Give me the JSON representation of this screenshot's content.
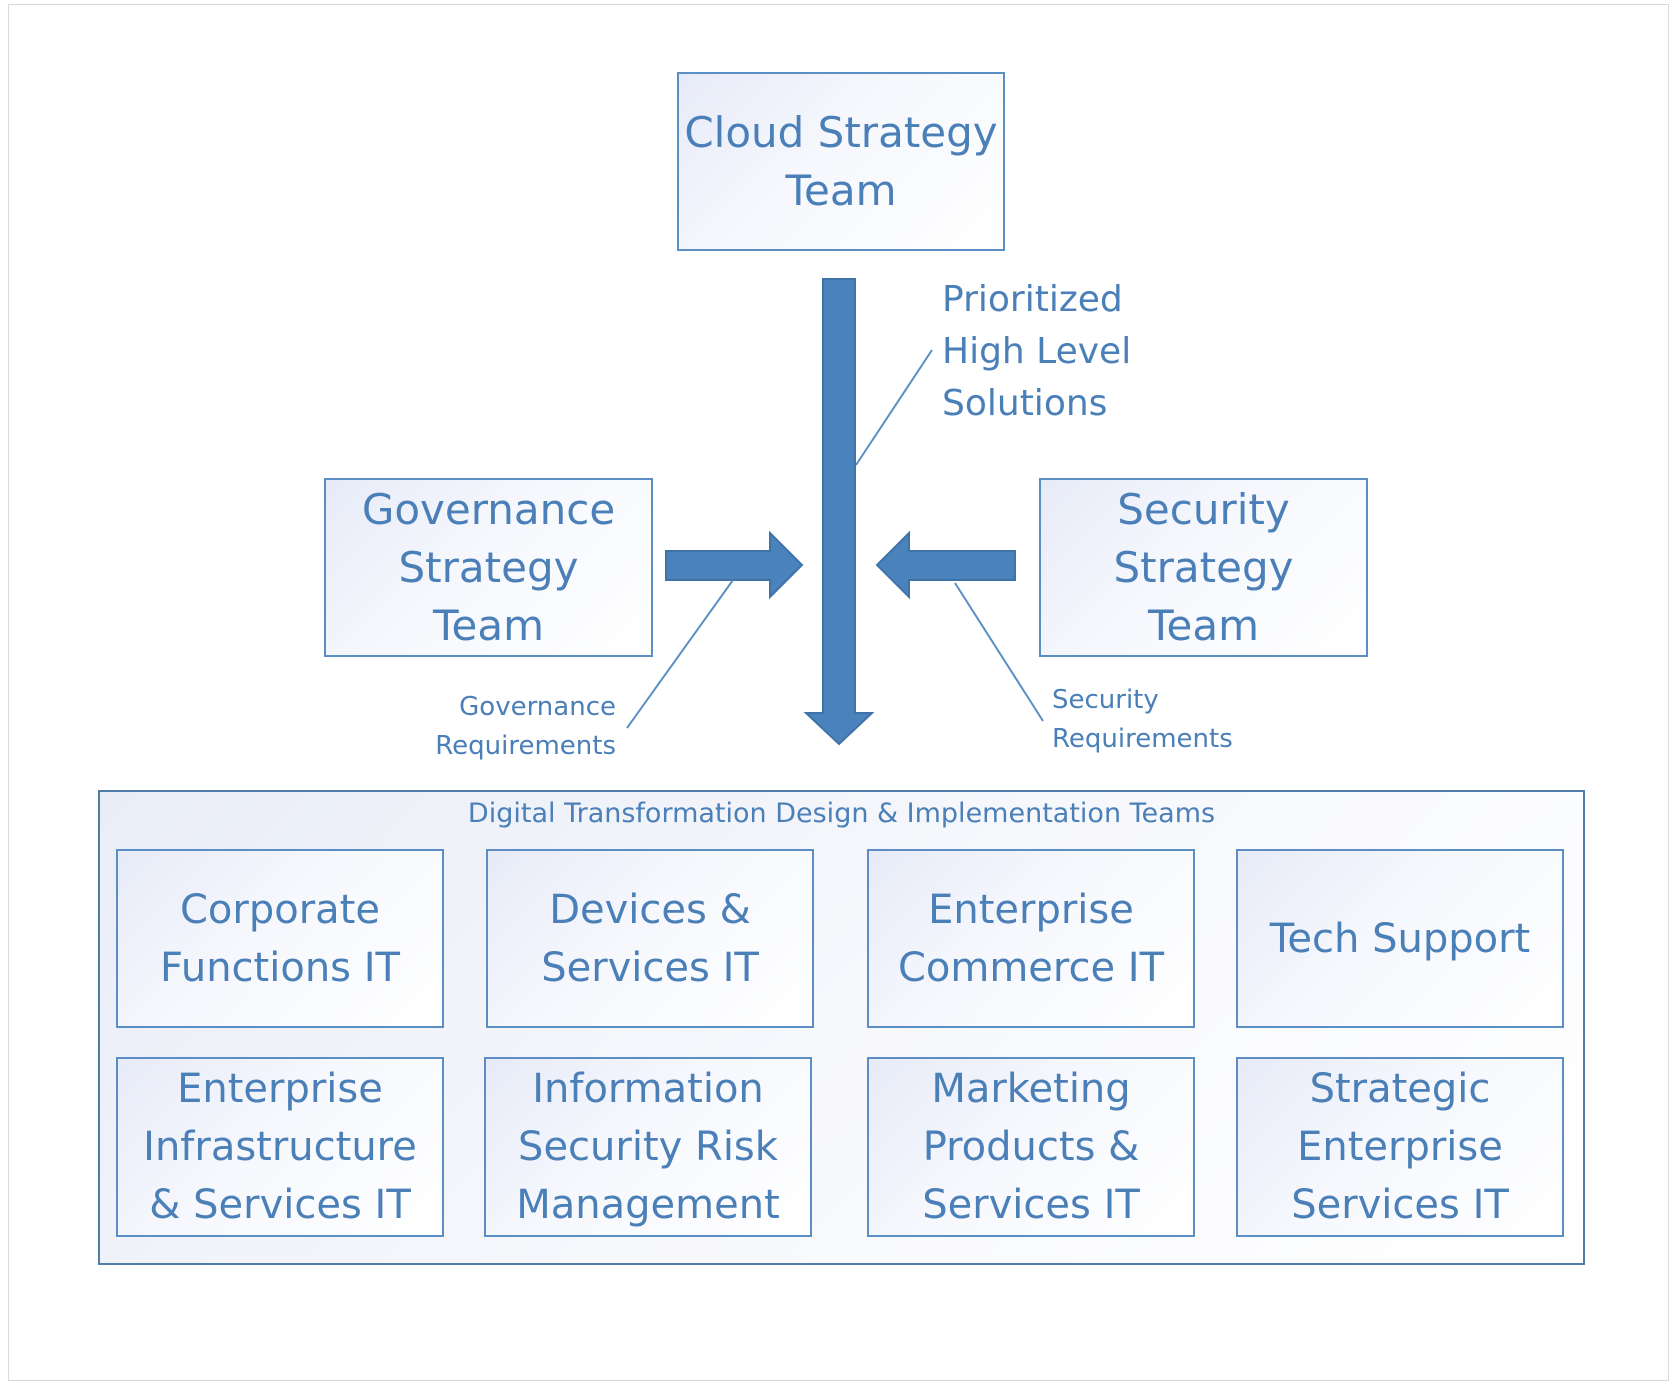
{
  "strategy": {
    "cloud": "Cloud Strategy\nTeam",
    "governance": "Governance\nStrategy\nTeam",
    "security": "Security\nStrategy\nTeam"
  },
  "labels": {
    "prioritized": "Prioritized\nHigh Level\nSolutions",
    "governance_req": "Governance\nRequirements",
    "security_req": "Security\nRequirements"
  },
  "container": {
    "title": "Digital Transformation Design & Implementation Teams",
    "teams": [
      "Corporate\nFunctions IT",
      "Devices &\nServices IT",
      "Enterprise\nCommerce IT",
      "Tech Support",
      "Enterprise\nInfrastructure\n& Services IT",
      "Information\nSecurity Risk\nManagement",
      "Marketing\nProducts &\nServices IT",
      "Strategic\nEnterprise\nServices IT"
    ]
  },
  "colors": {
    "arrow": "#4a82bb",
    "border": "#5a8ec4",
    "text": "#4a7fb8"
  }
}
